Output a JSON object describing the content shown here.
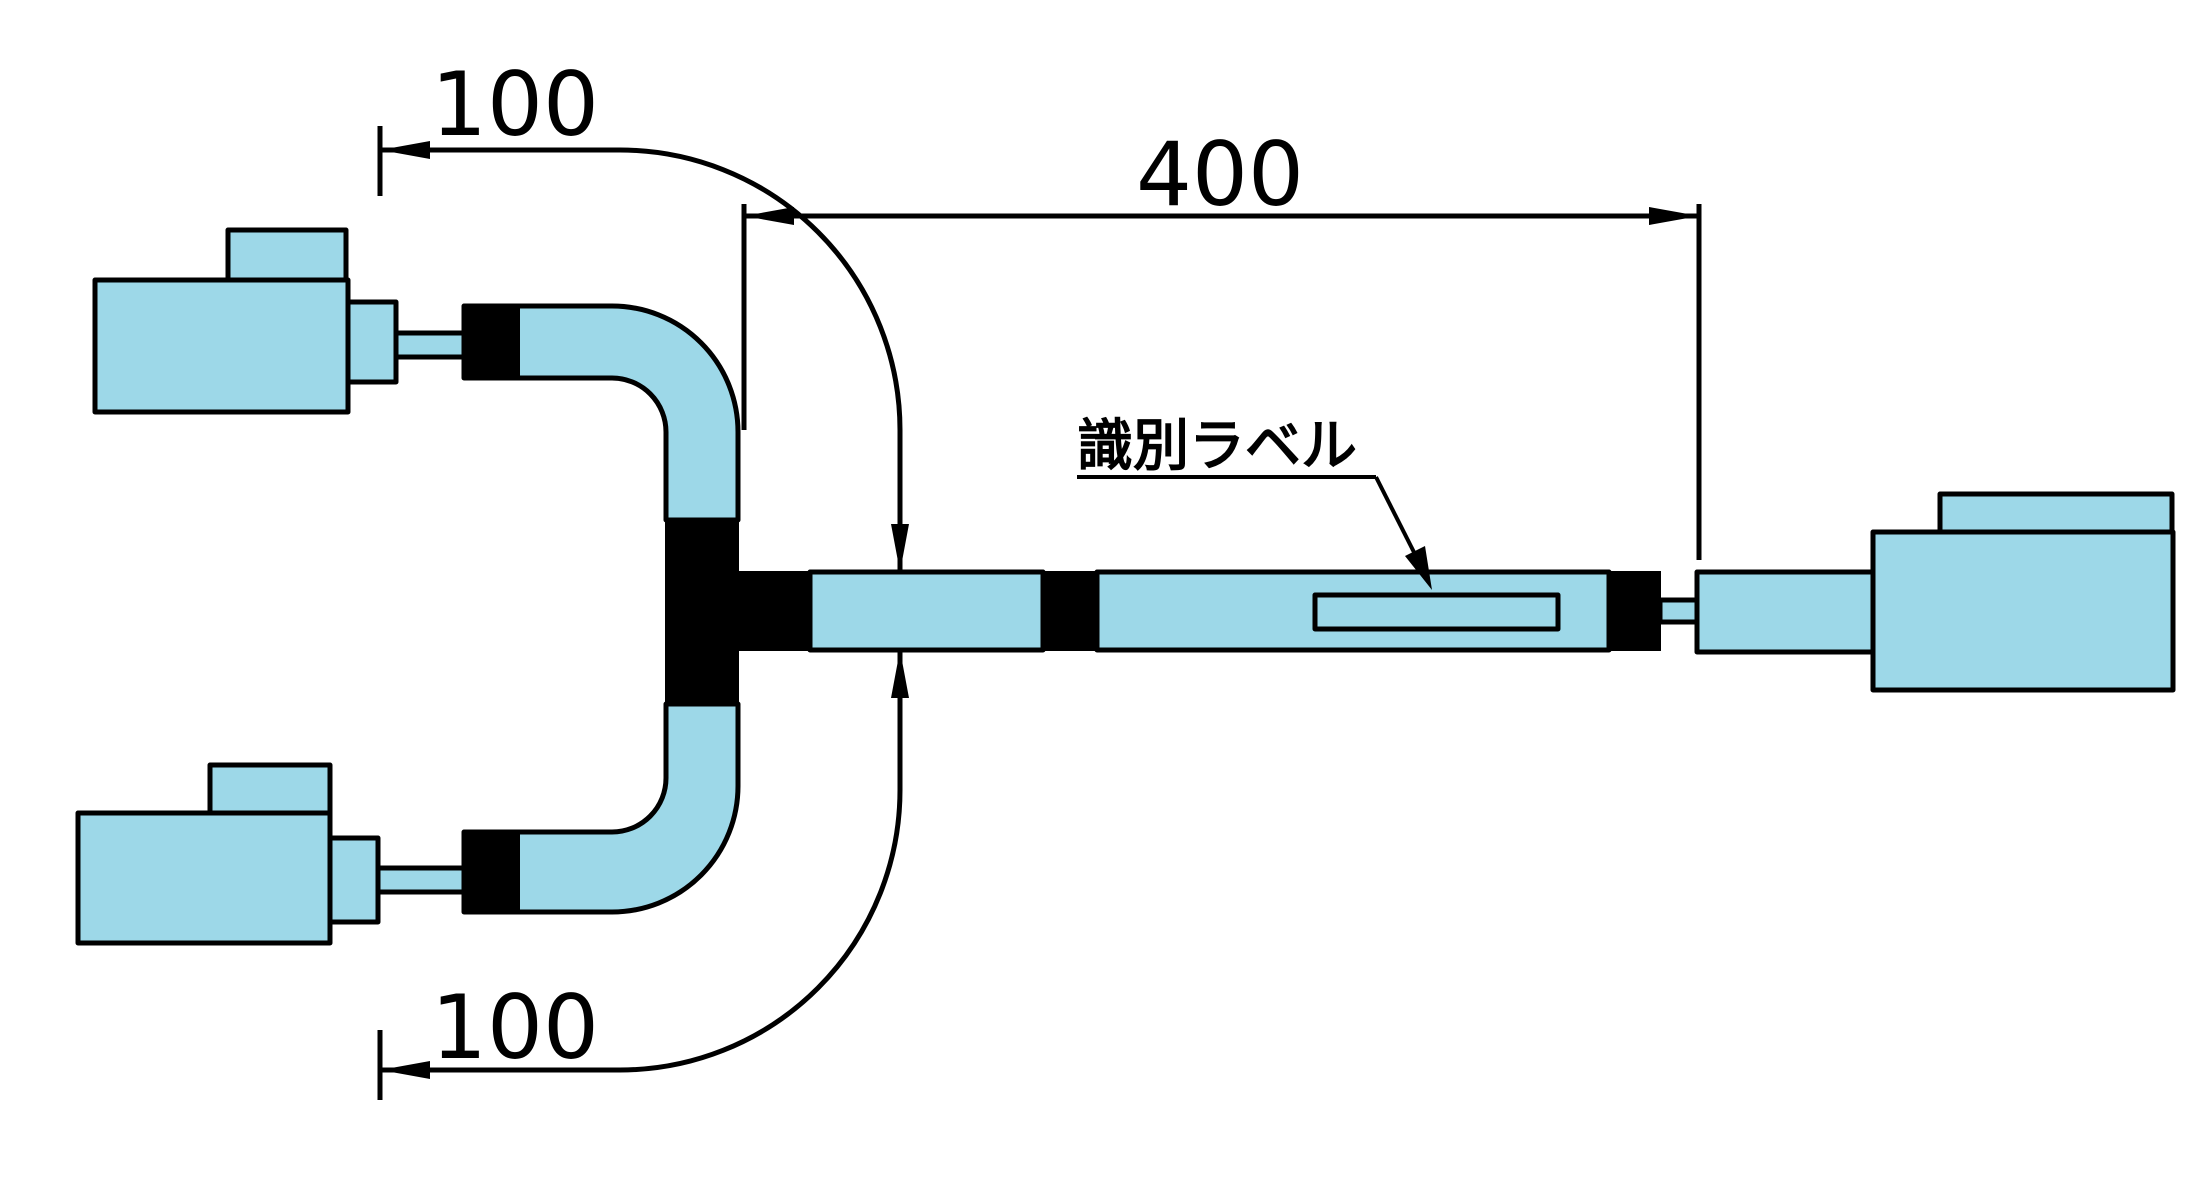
{
  "colors": {
    "pipe_fill": "#9dd8e8",
    "outline": "#000000",
    "background": "#ffffff"
  },
  "dimensions": {
    "top_left": "100",
    "bottom_left": "100",
    "span": "400"
  },
  "callout": {
    "label": "識別ラベル"
  }
}
